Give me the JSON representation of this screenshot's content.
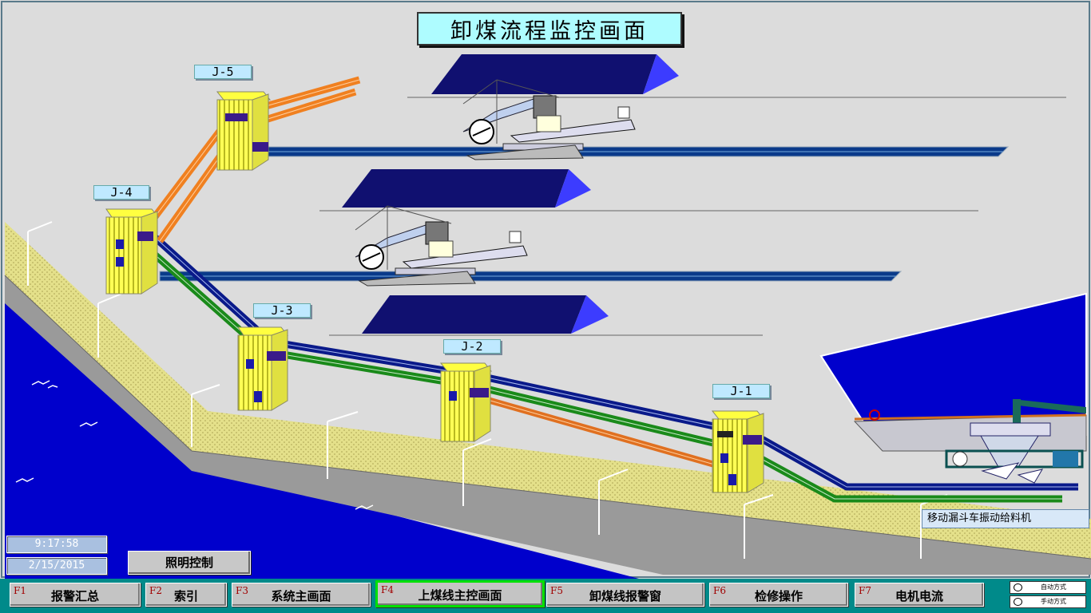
{
  "title": "卸煤流程监控画面",
  "junctions": [
    "J-5",
    "J-4",
    "J-3",
    "J-2",
    "J-1"
  ],
  "feeder_label": "移动漏斗车振动给料机",
  "time": "9:17:58",
  "date": "2/15/2015",
  "lighting_button": "照明控制",
  "function_keys": [
    {
      "key": "F1",
      "label": "报警汇总"
    },
    {
      "key": "F2",
      "label": "索引"
    },
    {
      "key": "F3",
      "label": "系统主画面"
    },
    {
      "key": "F4",
      "label": "上煤线主控画面"
    },
    {
      "key": "F5",
      "label": "卸煤线报警窗"
    },
    {
      "key": "F6",
      "label": "检修操作"
    },
    {
      "key": "F7",
      "label": "电机电流"
    }
  ],
  "modes": {
    "auto": "自动方式",
    "manual": "手动方式"
  },
  "colors": {
    "water": "#0000cc",
    "quay": "#ddd880",
    "pile": "#101070",
    "belt_blue": "#0a1a8a",
    "belt_green": "#1a8a1a",
    "belt_orange": "#f08020",
    "tower": "#ffff40",
    "bottom_bar": "#008a8a",
    "active_border": "#00e000"
  }
}
